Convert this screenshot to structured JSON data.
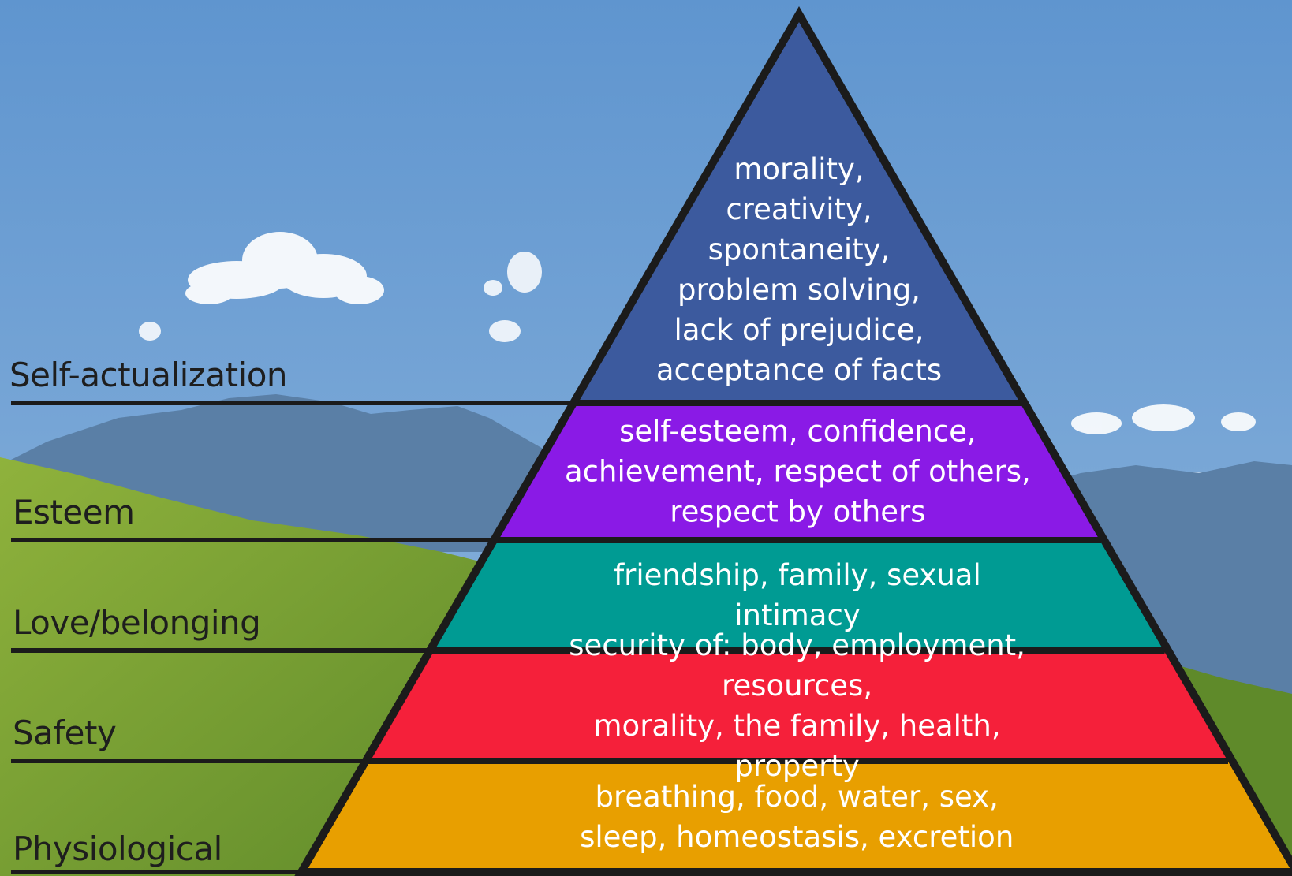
{
  "levels": [
    {
      "label": "Self-actualization",
      "description": "morality,\ncreativity,\nspontaneity,\nproblem solving,\nlack of prejudice,\nacceptance of facts",
      "color": "#3c5a9e"
    },
    {
      "label": "Esteem",
      "description": "self-esteem, confidence,\nachievement, respect of others,\nrespect by others",
      "color": "#8a1ae6"
    },
    {
      "label": "Love/belonging",
      "description": "friendship, family, sexual intimacy",
      "color": "#009b93"
    },
    {
      "label": "Safety",
      "description": "security of: body, employment, resources,\nmorality, the family, health, property",
      "color": "#f5203a"
    },
    {
      "label": "Physiological",
      "description": "breathing, food, water, sex, sleep, homeostasis, excretion",
      "color": "#e89f00"
    }
  ],
  "outline_color": "#1b1b1b",
  "background": {
    "sky_top": "#5f95cf",
    "sky_bottom": "#8fb6dd",
    "mountains": "#5a7fa6",
    "grass": "#8fb23c",
    "grass_dark": "#5f8a2a"
  }
}
